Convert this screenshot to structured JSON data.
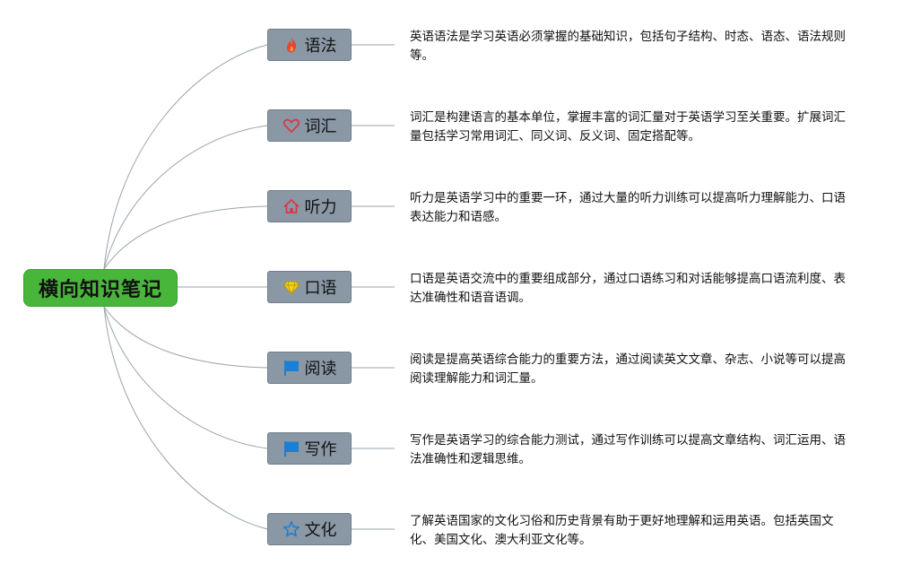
{
  "root": {
    "label": "横向知识笔记"
  },
  "branches": [
    {
      "label": "语法",
      "icon": "fire-icon",
      "note": "英语语法是学习英语必须掌握的基础知识，包括句子结构、时态、语态、语法规则等。"
    },
    {
      "label": "词汇",
      "icon": "heart-icon",
      "note": "词汇是构建语言的基本单位，掌握丰富的词汇量对于英语学习至关重要。扩展词汇量包括学习常用词汇、同义词、反义词、固定搭配等。"
    },
    {
      "label": "听力",
      "icon": "house-icon",
      "note": "听力是英语学习中的重要一环，通过大量的听力训练可以提高听力理解能力、口语表达能力和语感。"
    },
    {
      "label": "口语",
      "icon": "diamond-icon",
      "note": "口语是英语交流中的重要组成部分，通过口语练习和对话能够提高口语流利度、表达准确性和语音语调。"
    },
    {
      "label": "阅读",
      "icon": "flag-icon",
      "note": "阅读是提高英语综合能力的重要方法，通过阅读英文文章、杂志、小说等可以提高阅读理解能力和词汇量。"
    },
    {
      "label": "写作",
      "icon": "flag-icon",
      "note": "写作是英语学习的综合能力测试，通过写作训练可以提高文章结构、词汇运用、语法准确性和逻辑思维。"
    },
    {
      "label": "文化",
      "icon": "star-icon",
      "note": "了解英语国家的文化习俗和历史背景有助于更好地理解和运用英语。包括英国文化、美国文化、澳大利亚文化等。"
    }
  ],
  "colors": {
    "root_fill": "#48b53b",
    "branch_fill": "#8a98a5",
    "connector": "#9aa3ab",
    "fire": "#e8442e",
    "heart": "#d9364a",
    "house": "#d9364a",
    "diamond": "#f2d21b",
    "flag": "#1a7fd6",
    "star": "#1a7fd6"
  }
}
